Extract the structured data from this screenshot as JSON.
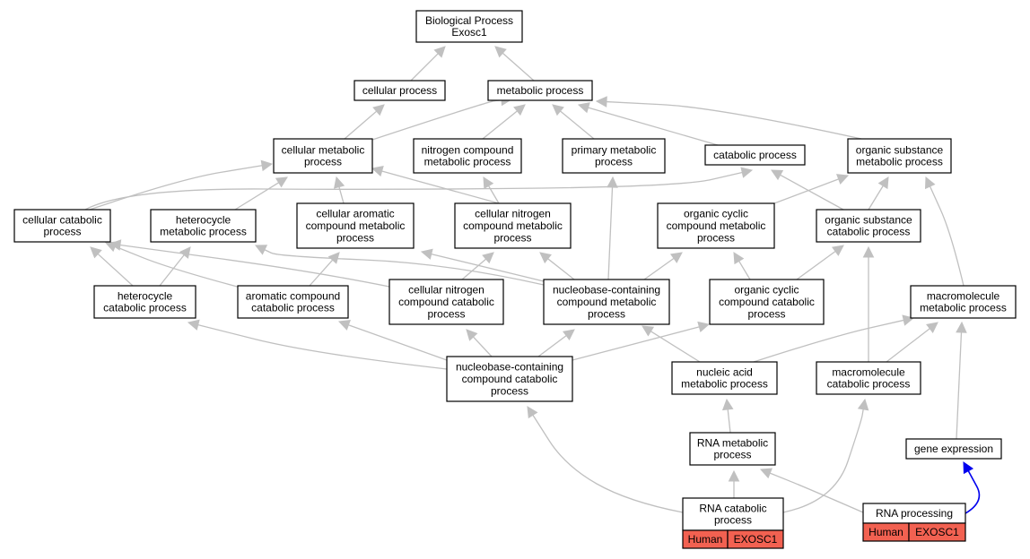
{
  "nodes": {
    "root": [
      "Biological Process",
      "Exosc1"
    ],
    "cellular_process": [
      "cellular process"
    ],
    "metabolic_process": [
      "metabolic process"
    ],
    "cellular_metabolic": [
      "cellular metabolic",
      "process"
    ],
    "nitrogen_compound": [
      "nitrogen compound",
      "metabolic process"
    ],
    "primary_metabolic": [
      "primary metabolic",
      "process"
    ],
    "catabolic_process": [
      "catabolic process"
    ],
    "organic_substance_metabolic": [
      "organic substance",
      "metabolic process"
    ],
    "cellular_catabolic": [
      "cellular catabolic",
      "process"
    ],
    "heterocycle_metabolic": [
      "heterocycle",
      "metabolic process"
    ],
    "cellular_aromatic": [
      "cellular aromatic",
      "compound metabolic",
      "process"
    ],
    "cellular_nitrogen_metabolic": [
      "cellular nitrogen",
      "compound metabolic",
      "process"
    ],
    "organic_cyclic_metabolic": [
      "organic cyclic",
      "compound metabolic",
      "process"
    ],
    "organic_substance_catabolic": [
      "organic substance",
      "catabolic process"
    ],
    "heterocycle_catabolic": [
      "heterocycle",
      "catabolic process"
    ],
    "aromatic_catabolic": [
      "aromatic compound",
      "catabolic process"
    ],
    "cellular_nitrogen_catabolic": [
      "cellular nitrogen",
      "compound catabolic",
      "process"
    ],
    "nucleobase_metabolic": [
      "nucleobase-containing",
      "compound metabolic",
      "process"
    ],
    "organic_cyclic_catabolic": [
      "organic cyclic",
      "compound catabolic",
      "process"
    ],
    "macromolecule_metabolic": [
      "macromolecule",
      "metabolic process"
    ],
    "nucleobase_catabolic": [
      "nucleobase-containing",
      "compound catabolic",
      "process"
    ],
    "nucleic_acid_metabolic": [
      "nucleic acid",
      "metabolic process"
    ],
    "macromolecule_catabolic": [
      "macromolecule",
      "catabolic process"
    ],
    "rna_metabolic": [
      "RNA metabolic",
      "process"
    ],
    "gene_expression": [
      "gene expression"
    ],
    "rna_catabolic": [
      "RNA catabolic",
      "process"
    ],
    "rna_processing": [
      "RNA processing"
    ]
  },
  "gene_annotations": {
    "rna_catabolic": {
      "species": "Human",
      "gene": "EXOSC1"
    },
    "rna_processing": {
      "species": "Human",
      "gene": "EXOSC1"
    }
  },
  "colors": {
    "edge": "#c0c0c0",
    "highlight_edge": "#0000ee",
    "gene_cell": "#f26151",
    "node_border": "#000000",
    "background": "#ffffff"
  }
}
